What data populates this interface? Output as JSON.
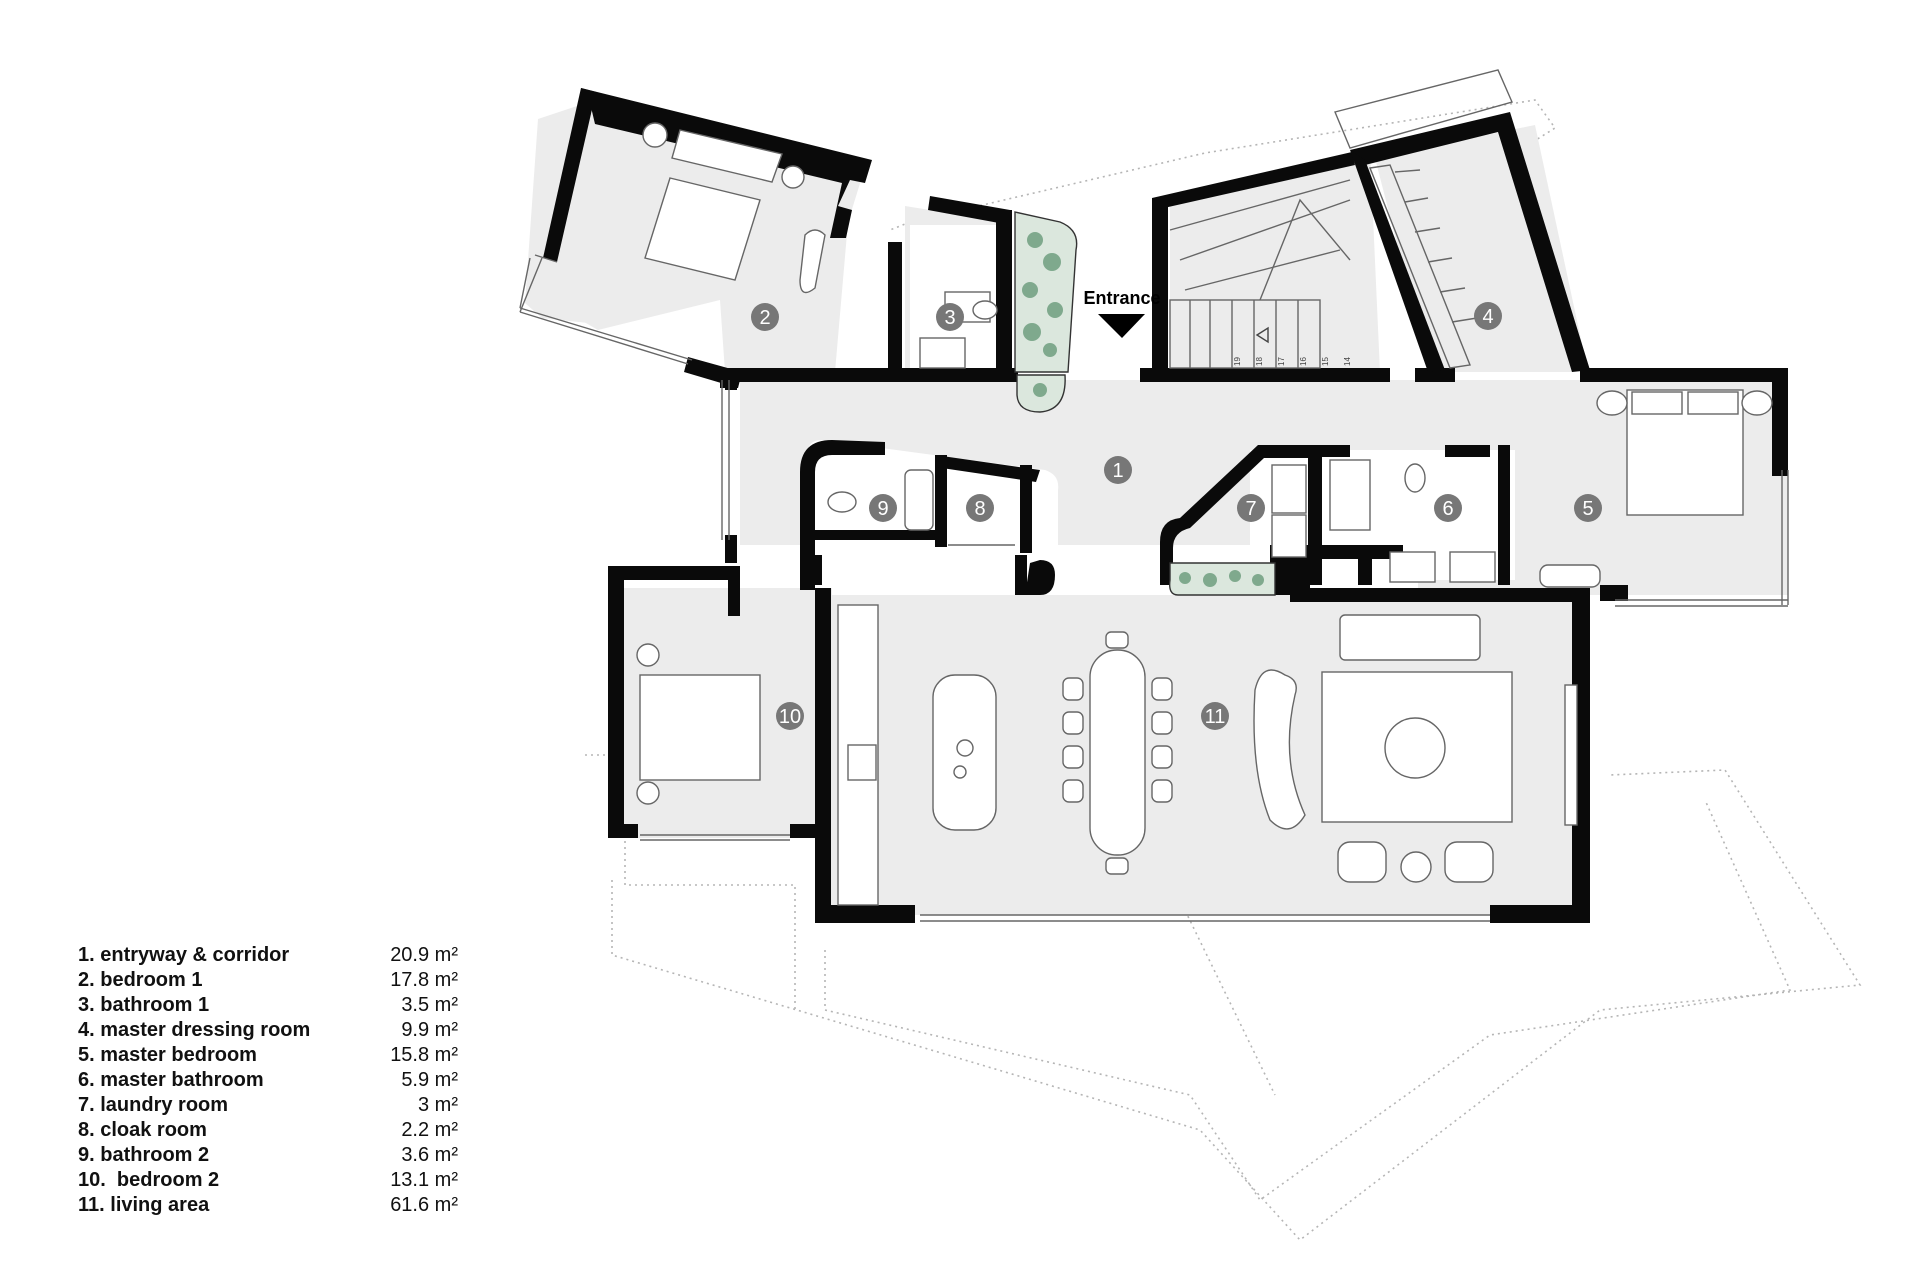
{
  "entrance_label": "Entrance",
  "room_numbers": [
    "1",
    "2",
    "3",
    "4",
    "5",
    "6",
    "7",
    "8",
    "9",
    "10",
    "11"
  ],
  "legend": [
    {
      "name": "1. entryway & corridor",
      "area": "20.9 m²"
    },
    {
      "name": "2. bedroom 1",
      "area": "17.8 m²"
    },
    {
      "name": "3. bathroom 1",
      "area": "3.5 m²"
    },
    {
      "name": "4. master dressing room",
      "area": "9.9 m²"
    },
    {
      "name": "5. master bedroom",
      "area": "15.8 m²"
    },
    {
      "name": "6. master bathroom",
      "area": "5.9 m²"
    },
    {
      "name": "7. laundry room",
      "area": "3 m²"
    },
    {
      "name": "8. cloak room",
      "area": "2.2 m²"
    },
    {
      "name": "9. bathroom 2",
      "area": "3.6 m²"
    },
    {
      "name": "10.  bedroom 2",
      "area": "13.1 m²"
    },
    {
      "name": "11. living area",
      "area": "61.6 m²"
    }
  ],
  "stair_numbers": [
    "19",
    "18",
    "17",
    "16",
    "15",
    "14"
  ],
  "colors": {
    "wall": "#0a0a0a",
    "floor": "#ececec",
    "marker": "#777777",
    "plant": "#8fb59a"
  }
}
